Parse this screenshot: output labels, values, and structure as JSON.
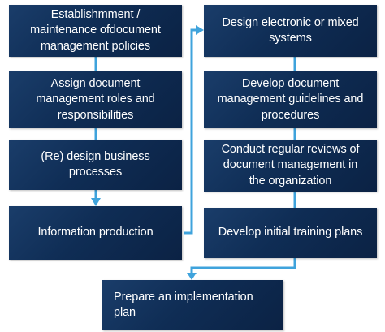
{
  "colors": {
    "box_fill": "#0f2d55",
    "connector": "#3fa3dc",
    "text": "#ffffff"
  },
  "left_column": [
    {
      "id": "establishment",
      "label": "Establishmment /\nmaintenance ofdocument\nmanagement policies"
    },
    {
      "id": "assign-roles",
      "label": "Assign document\nmanagement roles and\nresponsibilities"
    },
    {
      "id": "redesign",
      "label": "(Re) design business\nprocesses"
    },
    {
      "id": "info-production",
      "label": "Information production"
    }
  ],
  "right_column": [
    {
      "id": "design-systems",
      "label": "Design electronic or mixed\nsystems"
    },
    {
      "id": "develop-guidelines",
      "label": "Develop document\nmanagement guidelines and\nprocedures"
    },
    {
      "id": "regular-reviews",
      "label": "Conduct regular reviews of\ndocument management in\nthe organization"
    },
    {
      "id": "training-plans",
      "label": "Develop initial training plans"
    }
  ],
  "final_step": {
    "id": "implementation-plan",
    "label": "Prepare an implementation\nplan"
  }
}
